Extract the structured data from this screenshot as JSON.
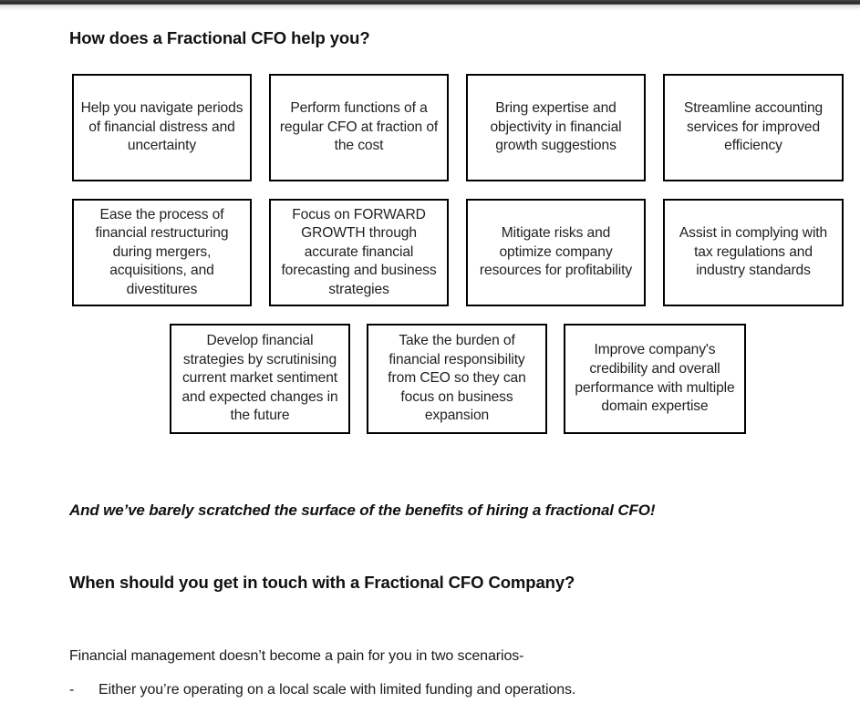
{
  "document": {
    "heading_1": "How does a Fractional CFO help you?",
    "heading_2": "When should you get in touch with a Fractional CFO Company?",
    "tagline": "And we’ve barely scratched the surface of the benefits of hiring a fractional CFO!",
    "paragraph_1": "Financial management doesn’t become a pain for you in two scenarios-",
    "bullets": [
      {
        "marker": "-",
        "text": "Either you’re operating on a local scale with limited funding and operations."
      }
    ],
    "benefit_boxes": [
      {
        "id": "box-1",
        "row": 1,
        "text": "Help you navigate periods of financial distress and uncertainty"
      },
      {
        "id": "box-2",
        "row": 1,
        "text": "Perform functions of a regular CFO at fraction of the cost"
      },
      {
        "id": "box-3",
        "row": 1,
        "text": "Bring expertise and objectivity in financial growth suggestions"
      },
      {
        "id": "box-4",
        "row": 1,
        "text": "Streamline accounting services for improved efficiency"
      },
      {
        "id": "box-5",
        "row": 2,
        "text": "Ease the process of financial restructuring during mergers, acquisitions, and divestitures"
      },
      {
        "id": "box-6",
        "row": 2,
        "text": "Focus on FORWARD GROWTH through accurate financial forecasting and business strategies"
      },
      {
        "id": "box-7",
        "row": 2,
        "text": "Mitigate risks and optimize company resources for profitability"
      },
      {
        "id": "box-8",
        "row": 2,
        "text": "Assist in complying with tax regulations and industry standards"
      },
      {
        "id": "box-9",
        "row": 3,
        "text": "Develop financial strategies by scrutinising current market sentiment and expected changes in the future"
      },
      {
        "id": "box-10",
        "row": 3,
        "text": "Take the burden of financial responsibility from CEO so they can focus on business expansion"
      },
      {
        "id": "box-11",
        "row": 3,
        "text": "Improve company's credibility and overall performance with multiple domain expertise"
      }
    ]
  },
  "colors": {
    "page_background": "#ffffff",
    "text": "#1a1a1a",
    "box_border": "#000000",
    "top_bar_dark": "#2b2b2b",
    "top_bar_fade": "#d8d8d8"
  }
}
